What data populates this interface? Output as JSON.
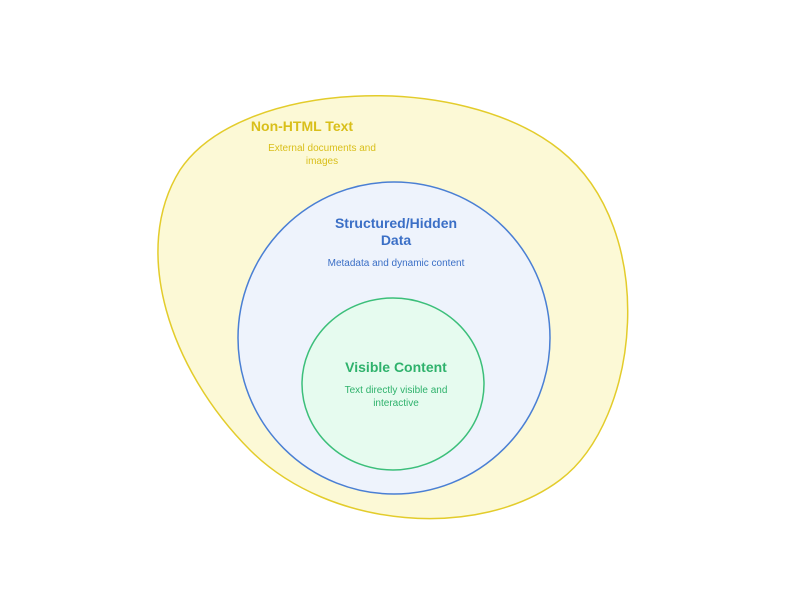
{
  "diagram": {
    "layers": [
      {
        "id": "outer",
        "title": "Non-HTML Text",
        "description": "External documents and images",
        "fill": "#fcf9d6",
        "stroke": "#e3cc2b",
        "text_color": "#d9bf1a"
      },
      {
        "id": "middle",
        "title": "Structured/Hidden Data",
        "description": "Metadata and dynamic content",
        "fill": "#eef3fc",
        "stroke": "#4a7fd4",
        "text_color": "#3b6fc6"
      },
      {
        "id": "inner",
        "title": "Visible Content",
        "description": "Text directly visible and interactive",
        "fill": "#e6fbef",
        "stroke": "#3cbf7a",
        "text_color": "#2fb26c"
      }
    ]
  }
}
